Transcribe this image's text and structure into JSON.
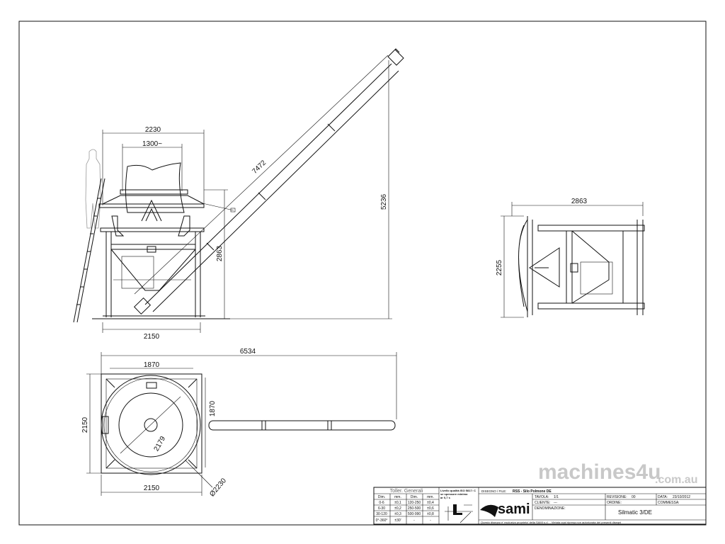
{
  "dimensions": {
    "front_width": "2230",
    "bag_width": "1300~",
    "conveyor_length": "7472",
    "total_height": "5236",
    "frame_height": "2863",
    "base_width": "2150",
    "side_length": "2863",
    "side_height": "2255",
    "plan_total_length": "6534",
    "plan_inner_width": "1870",
    "plan_inner_depth": "1870",
    "plan_depth": "2150",
    "plan_width": "2150",
    "plan_diagonal": "2179",
    "plan_diameter": "Ø2230"
  },
  "title_block": {
    "tolerance_title": "Toller. Generali",
    "tolerance_headers": [
      "Dim.",
      "mm.",
      "Dim.",
      "mm."
    ],
    "tolerance_rows": [
      [
        "0-6",
        "±0,1",
        "120-250",
        "±0,4"
      ],
      [
        "6-30",
        "±0,2",
        "250-500",
        "±0,6"
      ],
      [
        "30-120",
        "±0,3",
        "500-990",
        "±0,8"
      ],
      [
        "0°-360°",
        "±30'",
        "-",
        "-"
      ]
    ],
    "weld_note": [
      "Livello qualità ISO 5817: C",
      "se spessore minimo",
      "ar 0,7 s"
    ],
    "drawing_label": "DISEGNO / FILE:",
    "drawing_value": "RSS - Silo Polmone DE",
    "company": "sami",
    "tavola_label": "TAVOLA:",
    "tavola_value": "1/1",
    "revisione_label": "REVISIONE:",
    "revisione_value": "00",
    "data_label": "DATA:",
    "data_value": "23/10/2012",
    "cliente_label": "CLIENTE:",
    "cliente_value": "---",
    "ordine_label": "ORDINE:",
    "commessa_label": "COMMESSA:",
    "denominazione_label": "DENOMINAZIONE:",
    "denominazione_value": "Silmatic 3/DE",
    "footer_note": "Questo disegno e' esclusiva proprieta' della SAMI s.r.l. - Vietata ogni ripresa non autorizzata dei presenti disegni",
    "watermark": "machines4u",
    "watermark_domain": ".com.au"
  }
}
